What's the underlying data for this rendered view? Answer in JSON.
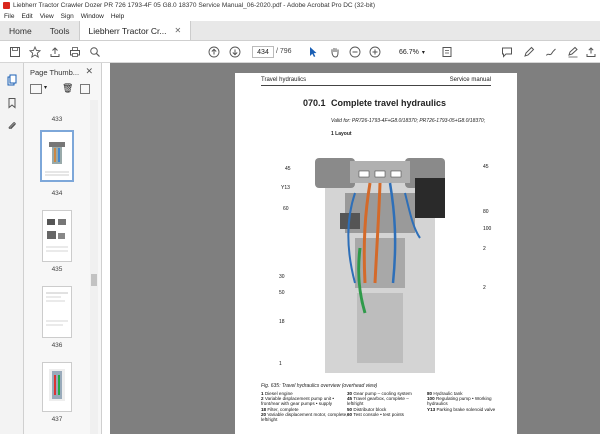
{
  "window": {
    "title": "Liebherr Tractor Crawler Dozer PR 726 1793-4F 05 G8.0 18370 Service Manual_06-2020.pdf - Adobe Acrobat Pro DC (32-bit)"
  },
  "menu": [
    "File",
    "Edit",
    "View",
    "Sign",
    "Window",
    "Help"
  ],
  "tabs": {
    "home": "Home",
    "tools": "Tools",
    "document": "Liebherr Tractor Cr..."
  },
  "toolbar": {
    "current_page": "434",
    "total_pages": "/ 796",
    "zoom": "66.7%"
  },
  "thumbnails": {
    "panel_title": "Page Thumb...",
    "pages": [
      "433",
      "434",
      "435",
      "436",
      "437"
    ]
  },
  "document": {
    "header_left": "Travel hydraulics",
    "header_right": "Service manual",
    "section_number": "070.1",
    "section_title": "Complete travel hydraulics",
    "valid_for": "Valid for: PR726-1793-4F+G8.0/18370; PR726-1793-05+G8.0/18370;",
    "layout_label": "1 Layout",
    "callouts": {
      "left": [
        "45",
        "Y13",
        "60",
        "30",
        "50",
        "18",
        "1"
      ],
      "right": [
        "45",
        "80",
        "100",
        "2",
        "2"
      ]
    },
    "figure_caption": "Fig. 635: Travel hydraulics overview (overhead view)",
    "legend_col1": [
      {
        "n": "1",
        "t": "Diesel engine"
      },
      {
        "n": "2",
        "t": "Variable displacement pump unit • front/rear with gear pumps • supply"
      },
      {
        "n": "18",
        "t": "Filter, complete"
      },
      {
        "n": "20",
        "t": "Variable displacement motor, complete, left/right"
      }
    ],
    "legend_col2": [
      {
        "n": "30",
        "t": "Gear pump – cooling system"
      },
      {
        "n": "45",
        "t": "Travel gearbox, complete – left/right"
      },
      {
        "n": "50",
        "t": "Distributor block"
      },
      {
        "n": "60",
        "t": "Test console • test points"
      }
    ],
    "legend_col3": [
      {
        "n": "80",
        "t": "Hydraulic tank"
      },
      {
        "n": "100",
        "t": "Regulating pump • Working hydraulics"
      },
      {
        "n": "Y13",
        "t": "Parking brake solenoid valve"
      }
    ]
  }
}
